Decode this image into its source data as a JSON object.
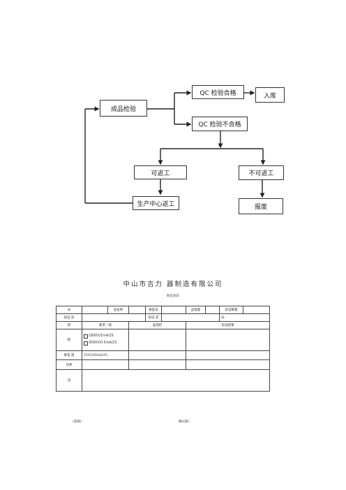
{
  "flowchart": {
    "finished_inspection": "成品检验",
    "qc_pass": "QC 检验合格",
    "storage": "入库",
    "qc_fail": "QC 检验不合格",
    "reworkable": "可返工",
    "not_reworkable": "不可返工",
    "production_rework": "生产中心返工",
    "scrap": "报废"
  },
  "document": {
    "company": "中山市吉力 器制造有限公司",
    "subtitle": "耐压测试",
    "table": {
      "row1": [
        "号",
        "",
        "品名称",
        "",
        "格型号",
        "",
        "品批量",
        "",
        "验证数量",
        ""
      ],
      "row2": [
        "验证 验",
        "",
        "验证 史",
        "",
        "员："
      ],
      "row3": [
        "目",
        "要求 / 值",
        "品测控",
        "验证结果"
      ],
      "row4_label": "耐",
      "row4_options": [
        "1800V/1mA/2S",
        "3000V/0.5mA/2S"
      ],
      "row5": [
        "接电 阻",
        "25A/100mΩ/2S",
        "",
        ""
      ],
      "row6": [
        "功率",
        "",
        "",
        ""
      ],
      "row7": [
        "注",
        ""
      ]
    },
    "footer": {
      "left": "(验期）：",
      "right": "确认期）："
    }
  }
}
